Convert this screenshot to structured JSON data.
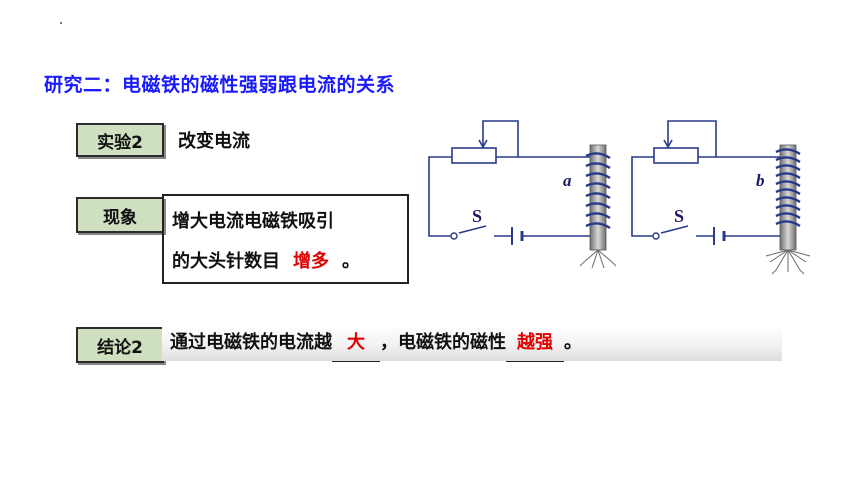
{
  "title": "研究二：电磁铁的磁性强弱跟电流的关系",
  "experiment": {
    "tag": "实验2",
    "text": "改变电流"
  },
  "phenomenon": {
    "tag": "现象",
    "line1": "增大电流电磁铁吸引",
    "line2_prefix": "的大头针数目",
    "answer": "增多",
    "line2_suffix": "。"
  },
  "conclusion": {
    "tag": "结论2",
    "part1": "通过电磁铁的电流越",
    "answer1": "大",
    "part2": "，电磁铁的磁性",
    "answer2": "越强",
    "part3": "。"
  },
  "diagrams": [
    {
      "label": "a",
      "switch_label": "S"
    },
    {
      "label": "b",
      "switch_label": "S"
    }
  ],
  "colors": {
    "title": "#1a1aff",
    "answer": "#e00000",
    "wire": "#2a3a8a",
    "tag_bg": "#cfe0c0"
  }
}
